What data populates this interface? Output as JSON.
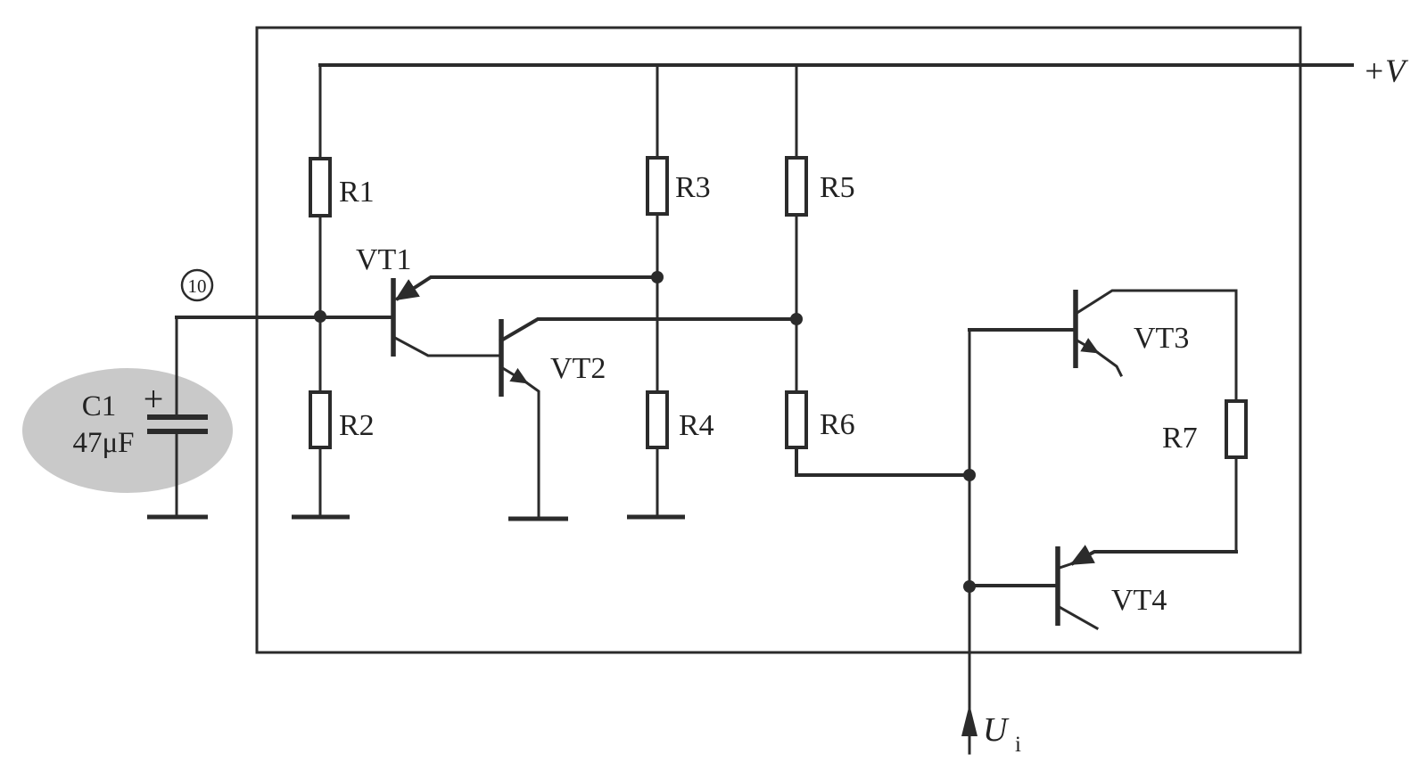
{
  "schematic": {
    "power_rail_label": "+V",
    "pin_badge": "10",
    "input_signal": {
      "main": "U",
      "sub": "i"
    },
    "capacitor": {
      "ref": "C1",
      "value": "47μF",
      "polarity_mark": "+"
    },
    "resistors": [
      {
        "ref": "R1"
      },
      {
        "ref": "R2"
      },
      {
        "ref": "R3"
      },
      {
        "ref": "R4"
      },
      {
        "ref": "R5"
      },
      {
        "ref": "R6"
      },
      {
        "ref": "R7"
      }
    ],
    "transistors": [
      {
        "ref": "VT1"
      },
      {
        "ref": "VT2"
      },
      {
        "ref": "VT3"
      },
      {
        "ref": "VT4"
      }
    ],
    "colors": {
      "line": "#2b2b2b",
      "highlight": "#c9c9c9",
      "background": "#ffffff"
    }
  }
}
